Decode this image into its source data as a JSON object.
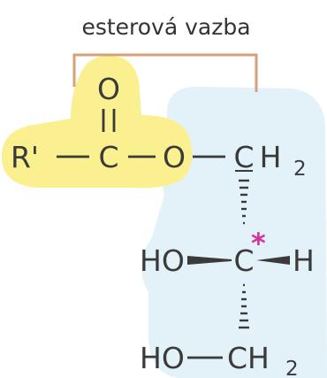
{
  "caption": "esterová vazba",
  "atoms": {
    "oxygen_top": "O",
    "r_prime": "R'",
    "carbon_ester": "C",
    "oxygen_ester": "O",
    "ch2_top_c": "C",
    "ch2_top_h": "H",
    "ch2_top_sub": "2",
    "ho_middle": "HO",
    "carbon_center": "C",
    "h_right": "H",
    "chiral_mark": "*",
    "ho_bottom": "HO",
    "ch2_bottom_ch": "CH",
    "ch2_bottom_sub": "2"
  },
  "colors": {
    "ester_highlight": "#faf08f",
    "glycerol_background": "#e3f1f9",
    "bracket": "#d4a27a",
    "text": "#3a3a3a",
    "chiral_mark": "#d6339c"
  }
}
